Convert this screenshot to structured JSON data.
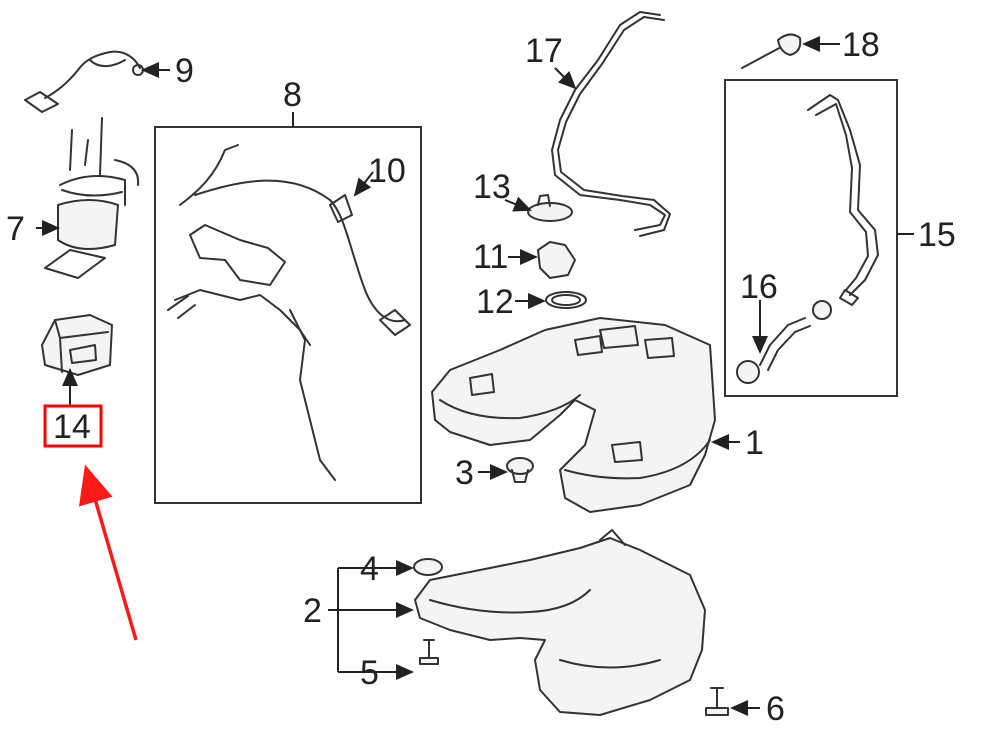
{
  "callouts": [
    {
      "id": "1",
      "label": "1"
    },
    {
      "id": "2",
      "label": "2"
    },
    {
      "id": "3",
      "label": "3"
    },
    {
      "id": "4",
      "label": "4"
    },
    {
      "id": "5",
      "label": "5"
    },
    {
      "id": "6",
      "label": "6"
    },
    {
      "id": "7",
      "label": "7"
    },
    {
      "id": "8",
      "label": "8"
    },
    {
      "id": "9",
      "label": "9"
    },
    {
      "id": "10",
      "label": "10"
    },
    {
      "id": "11",
      "label": "11"
    },
    {
      "id": "12",
      "label": "12"
    },
    {
      "id": "13",
      "label": "13"
    },
    {
      "id": "14",
      "label": "14"
    },
    {
      "id": "15",
      "label": "15"
    },
    {
      "id": "16",
      "label": "16"
    },
    {
      "id": "17",
      "label": "17"
    },
    {
      "id": "18",
      "label": "18"
    }
  ],
  "highlight": {
    "callout": "14",
    "color": "#ff0000"
  },
  "colors": {
    "line": "#333333",
    "highlight": "#ff0000",
    "background": "#ffffff"
  }
}
